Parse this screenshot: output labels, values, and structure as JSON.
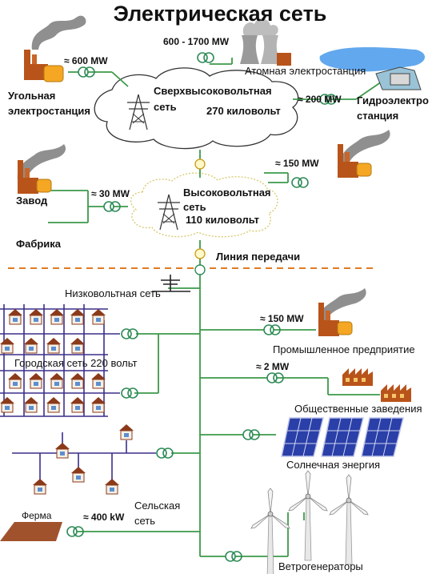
{
  "title": "Электрическая  сеть",
  "colors": {
    "grid_line": "#3c9a4a",
    "low_voltage_line": "#3a2f8a",
    "transformer": "#2e8b57",
    "dash_line": "#e07b22",
    "factory_brick": "#b8541a",
    "tank": "#f5a623",
    "smoke": "#8f8f8f"
  },
  "extra_high_grid": {
    "name": "Сверхвысоковольтная сеть",
    "voltage": "270 киловольт"
  },
  "high_grid": {
    "name": "Высоковольтная сеть",
    "voltage": "110 киловольт"
  },
  "sources": {
    "coal": {
      "label": "Угольная электростанция",
      "power": "≈ 600  MW"
    },
    "nuclear": {
      "label": "Атомная электростанция",
      "power": "600 - 1700  MW"
    },
    "hydro": {
      "label": "Гидроэлектро станция",
      "power": "≈ 200  MW"
    },
    "factory_top": {
      "power": "≈ 150  MW"
    }
  },
  "consumers_high": {
    "zavod": "Завод",
    "fabrika": "Фабрика",
    "power": "≈ 30 MW"
  },
  "transmission_line": "Линия передачи",
  "low_voltage": {
    "network_label": "Низковольтная сеть",
    "city_label": "Городская сеть  220 вольт",
    "rural_label": "Сельская сеть",
    "farm_label": "Ферма",
    "farm_power": "≈ 400 kW"
  },
  "right_consumers": {
    "industrial": {
      "label": "Промышленное предприятие",
      "power": "≈ 150  MW"
    },
    "public": {
      "label": "Общественные заведения",
      "power": "≈ 2  MW"
    },
    "solar": {
      "label": "Солнечная энергия"
    },
    "wind": {
      "label": "Ветрогенераторы"
    }
  }
}
